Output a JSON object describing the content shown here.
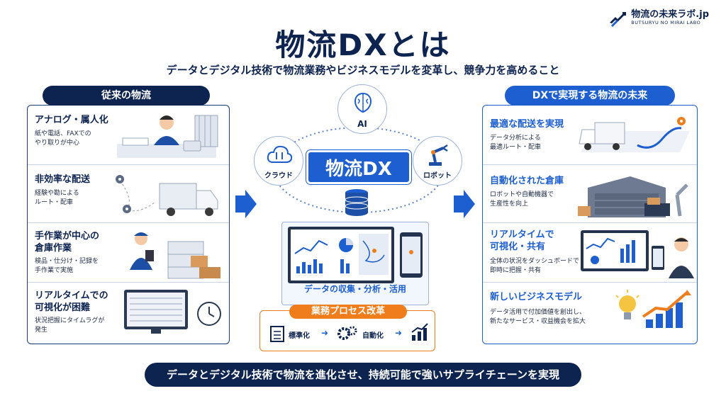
{
  "brand": {
    "name": "物流の未来ラボ.jp",
    "sub": "BUTSURYU NO MIRAI LABO"
  },
  "title": "物流DXとは",
  "subtitle": "データとデジタル技術で物流業務やビジネスモデルを変革し、競争力を高めること",
  "left": {
    "header": "従来の物流",
    "items": [
      {
        "title": "アナログ・属人化",
        "desc": [
          "紙や電話、FAXでの",
          "やり取りが中心"
        ]
      },
      {
        "title": "非効率な配送",
        "desc": [
          "経験や勘による",
          "ルート・配車"
        ]
      },
      {
        "title": [
          "手作業が中心の",
          "倉庫作業"
        ],
        "desc": [
          "検品・仕分け・記録を",
          "手作業で実施"
        ]
      },
      {
        "title": [
          "リアルタイムでの",
          "可視化が困難"
        ],
        "desc": [
          "状況把握にタイムラグが",
          "発生"
        ]
      }
    ]
  },
  "right": {
    "header": "DXで実現する物流の未来",
    "items": [
      {
        "title": "最適な配送を実現",
        "desc": [
          "データ分析による",
          "最適ルート・配車"
        ]
      },
      {
        "title": "自動化された倉庫",
        "desc": [
          "ロボットや自動機器で",
          "生産性を向上"
        ]
      },
      {
        "title": [
          "リアルタイムで",
          "可視化・共有"
        ],
        "desc": [
          "全体の状況をダッシュボードで",
          "即時に把握・共有"
        ]
      },
      {
        "title": "新しいビジネスモデル",
        "desc": [
          "データ活用で付加価値を創出し、",
          "新たなサービス・収益機会を拡大"
        ]
      }
    ]
  },
  "center": {
    "title": "物流DX",
    "ai": "AI",
    "cloud": "クラウド",
    "robot": "ロボット",
    "collect": "データの収集・分析・活用",
    "process": {
      "header": "業務プロセス改革",
      "step1": "標準化",
      "step2": "自動化"
    }
  },
  "banner": "データとデジタル技術で物流を進化させ、持続可能で強いサプライチェーンを実現",
  "colors": {
    "navy": "#0d2350",
    "blue": "#1d5fd0",
    "orange": "#f07d1c"
  }
}
